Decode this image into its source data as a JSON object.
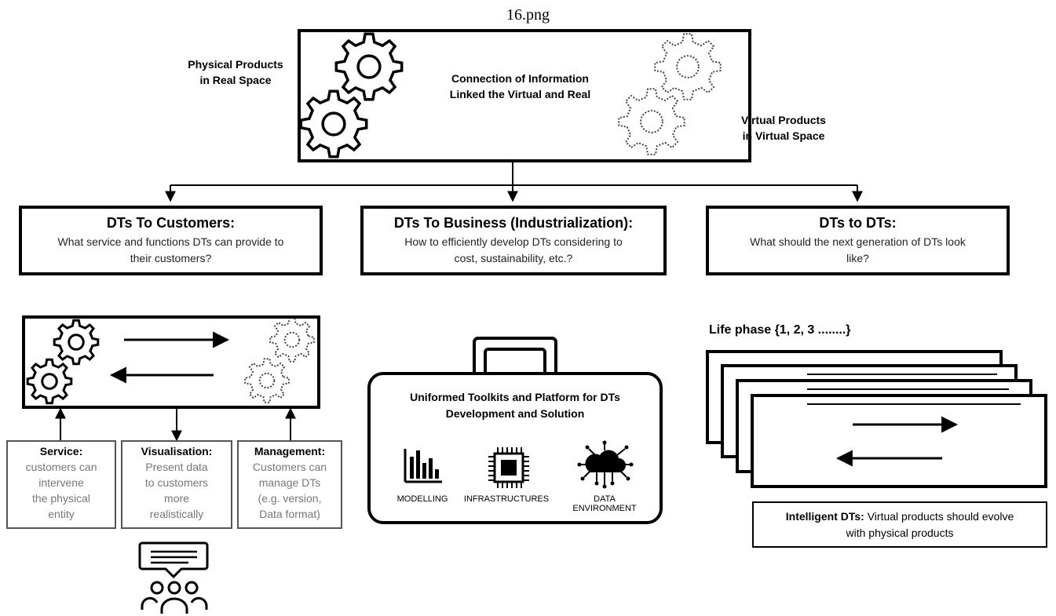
{
  "figure_title": "16.png",
  "top": {
    "physical_label": "Physical Products in Real Space",
    "physical_line1": "Physical Products",
    "physical_line2": "in Real Space",
    "connection_line1": "Connection of Information",
    "connection_line2": "Linked the Virtual and Real",
    "virtual_line1": "Virtual Products",
    "virtual_line2": "in Virtual Space"
  },
  "categories": [
    {
      "title": "DTs To Customers:",
      "desc_line1": "What service and functions DTs can provide to",
      "desc_line2": "their customers?"
    },
    {
      "title": "DTs To Business (Industrialization):",
      "desc_line1": "How to efficiently develop DTs considering to",
      "desc_line2": "cost, sustainability, etc.?"
    },
    {
      "title": "DTs to DTs:",
      "desc_line1": "What should the next generation of DTs look",
      "desc_line2": "like?"
    }
  ],
  "customers": {
    "items": [
      {
        "heading": "Service:",
        "lines": [
          "customers can",
          "intervene",
          "the physical",
          "entity"
        ]
      },
      {
        "heading": "Visualisation:",
        "lines": [
          "Present data",
          "to customers",
          "more",
          "realistically"
        ]
      },
      {
        "heading": "Management:",
        "lines": [
          "Customers can",
          "manage DTs",
          "(e.g. version,",
          "Data format)"
        ]
      }
    ],
    "icon": "people-chat-icon"
  },
  "toolkit": {
    "title_line1": "Uniformed Toolkits and Platform for DTs",
    "title_line2": "Development  and Solution",
    "tools": [
      {
        "icon": "bar-chart-icon",
        "label_line1": "MODELLING",
        "label_line2": ""
      },
      {
        "icon": "chip-icon",
        "label_line1": "INFRASTRUCTURES",
        "label_line2": ""
      },
      {
        "icon": "cloud-network-icon",
        "label_line1": "DATA",
        "label_line2": "ENVIRONMENT"
      }
    ]
  },
  "dt2dt": {
    "life_phase": "Life phase {1, 2, 3 ........}",
    "intelligent_bold": "Intelligent DTs:",
    "intelligent_rest": " Virtual products should evolve",
    "intelligent_line2": "with physical products"
  }
}
